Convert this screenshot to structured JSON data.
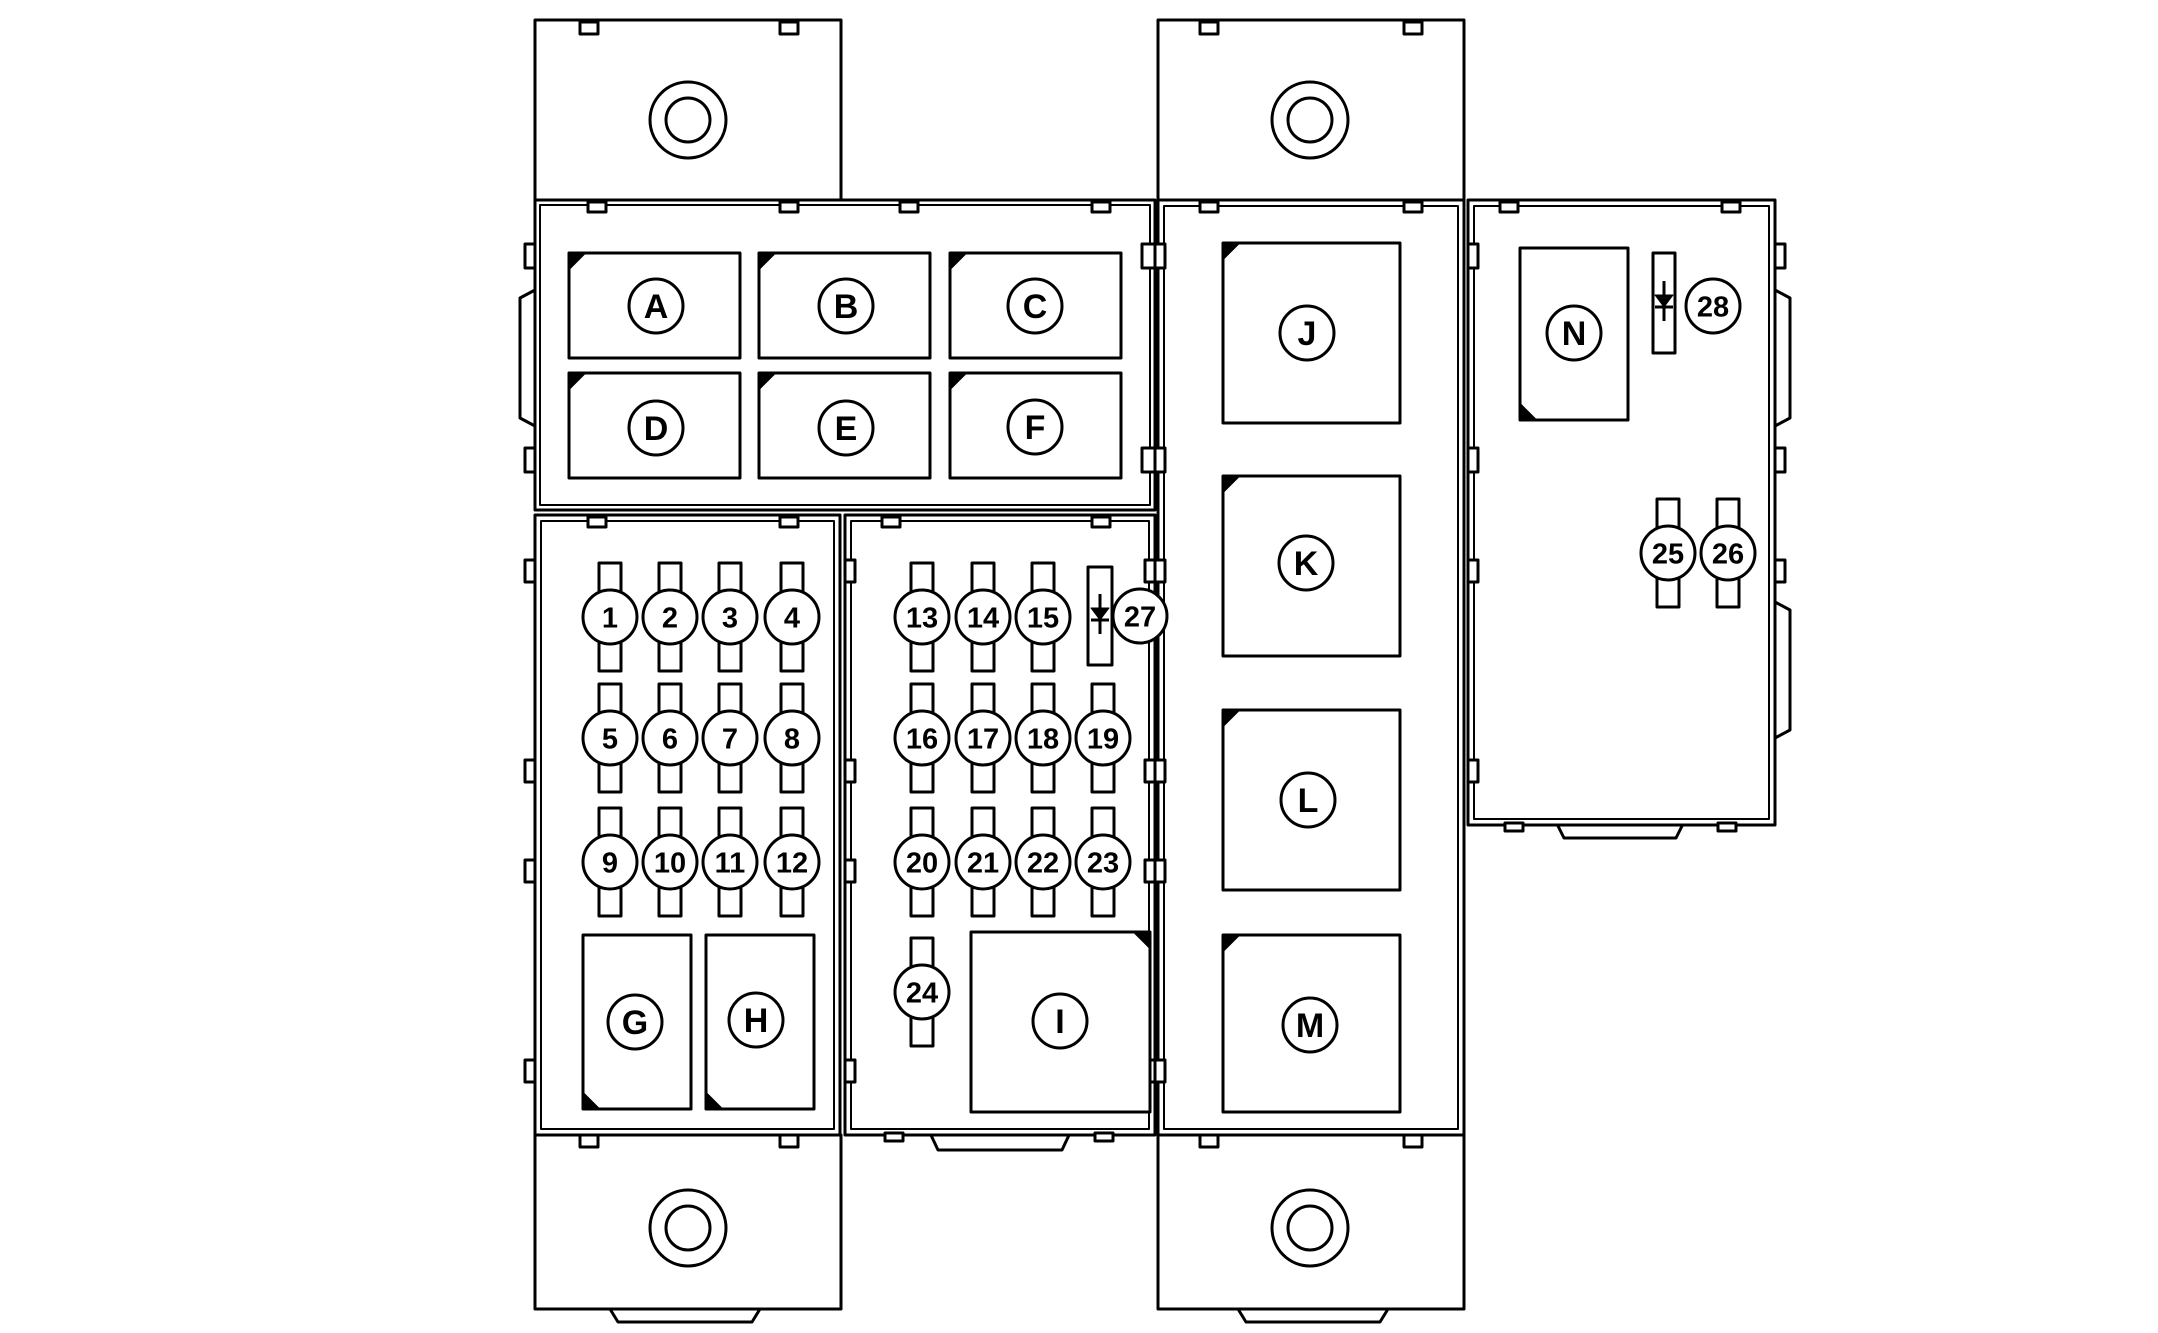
{
  "colors": {
    "line": "#000000",
    "fill": "#ffffff"
  },
  "relays": [
    "A",
    "B",
    "C",
    "D",
    "E",
    "F",
    "G",
    "H",
    "I",
    "J",
    "K",
    "L",
    "M",
    "N"
  ],
  "fuses": [
    "1",
    "2",
    "3",
    "4",
    "5",
    "6",
    "7",
    "8",
    "9",
    "10",
    "11",
    "12",
    "13",
    "14",
    "15",
    "16",
    "17",
    "18",
    "19",
    "20",
    "21",
    "22",
    "23",
    "24",
    "25",
    "26"
  ],
  "diodes": [
    "27",
    "28"
  ]
}
